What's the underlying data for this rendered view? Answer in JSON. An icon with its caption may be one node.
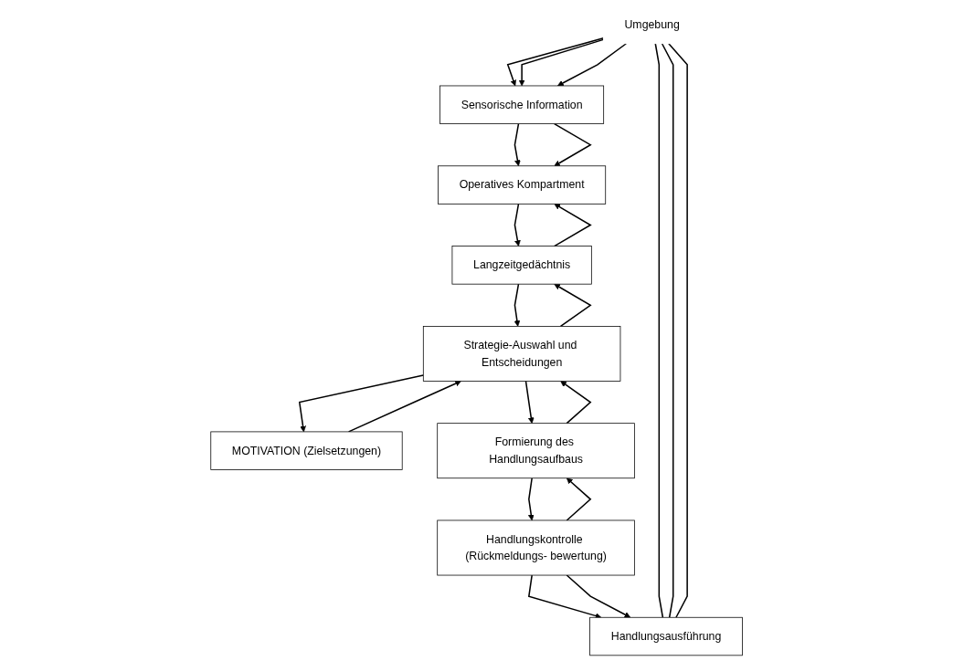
{
  "diagram": {
    "nodes": [
      {
        "text": [
          "Umgebung"
        ]
      },
      {
        "text": [
          "Sensorische Information"
        ]
      },
      {
        "text": [
          "Handlungsausführung"
        ]
      },
      {
        "text": [
          "Operatives Kompartment"
        ]
      },
      {
        "text": [
          "MOTIVATION (Zielsetzungen)"
        ]
      },
      {
        "text": [
          "Handlungskontrolle (Rückmeldungs- bewertung)"
        ]
      },
      {
        "text": [
          "Langzeitgedächtnis"
        ]
      },
      {
        "text": [
          "Formierung des Handlungsaufbaus"
        ]
      },
      {
        "text": [
          "Strategie-Auswahl und Entscheidungen"
        ]
      }
    ],
    "edges": [
      {
        "from": 0,
        "to": 1,
        "arrow": "to"
      },
      {
        "from": 0,
        "to": 1,
        "arrow": "to"
      },
      {
        "from": 0,
        "to": 1,
        "arrow": "to"
      },
      {
        "from": 2,
        "to": 0,
        "arrow": "none"
      },
      {
        "from": 2,
        "to": 0,
        "arrow": "none"
      },
      {
        "from": 2,
        "to": 0,
        "arrow": "none"
      },
      {
        "from": 1,
        "to": 3,
        "arrow": "to"
      },
      {
        "from": 1,
        "to": 3,
        "arrow": "to"
      },
      {
        "from": 3,
        "to": 6,
        "arrow": "to"
      },
      {
        "from": 6,
        "to": 3,
        "arrow": "to"
      },
      {
        "from": 8,
        "to": 4,
        "arrow": "to"
      },
      {
        "from": 4,
        "to": 8,
        "arrow": "to"
      },
      {
        "from": 5,
        "to": 2,
        "arrow": "to"
      },
      {
        "from": 5,
        "to": 2,
        "arrow": "to"
      },
      {
        "from": 7,
        "to": 5,
        "arrow": "to"
      },
      {
        "from": 5,
        "to": 7,
        "arrow": "to"
      },
      {
        "from": 6,
        "to": 8,
        "arrow": "to"
      },
      {
        "from": 8,
        "to": 6,
        "arrow": "to"
      },
      {
        "from": 8,
        "to": 7,
        "arrow": "to"
      },
      {
        "from": 7,
        "to": 8,
        "arrow": "to"
      }
    ]
  }
}
